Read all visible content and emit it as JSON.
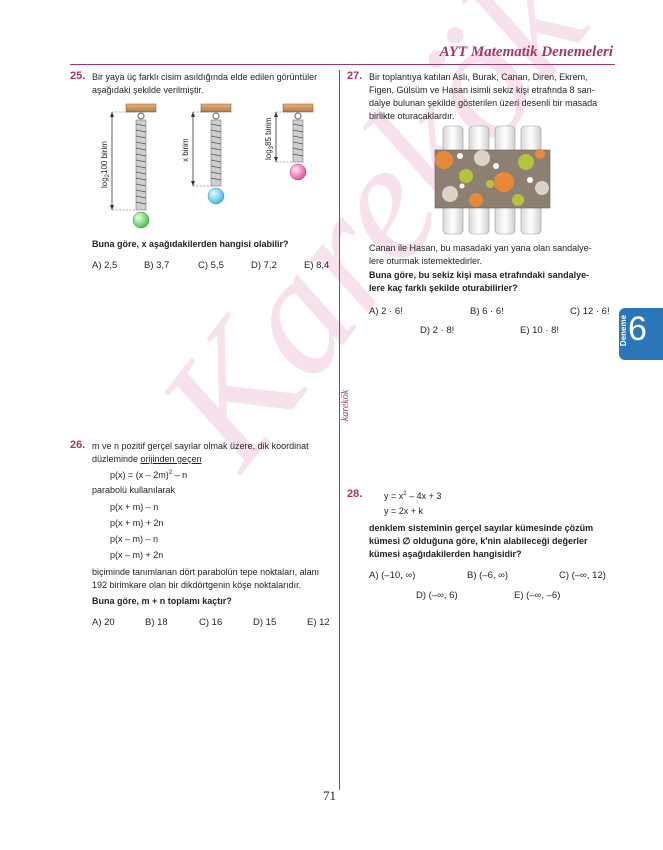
{
  "header": {
    "title": "AYT Matematik Denemeleri"
  },
  "column_label": "karekök",
  "watermark": "Karekök",
  "side_tab": {
    "label": "Deneme",
    "number": "6"
  },
  "page_number": "71",
  "q25": {
    "number": "25.",
    "text_line1": "Bir yaya üç farklı cisim asıldığında elde edilen görüntüler",
    "text_line2": "aşağıdaki şekilde verilmiştir.",
    "spring_labels": {
      "left_log": "log",
      "left_sub": "2",
      "left_rest": "100 birim",
      "middle": "x birim",
      "right_log": "log",
      "right_sub": "3",
      "right_rest": "85 birim"
    },
    "question": "Buna göre, x aşağıdakilerden hangisi olabilir?",
    "options": [
      "A) 2,5",
      "B) 3,7",
      "C) 5,5",
      "D) 7,2",
      "E) 8,4"
    ]
  },
  "q26": {
    "number": "26.",
    "line1": "m ve n pozitif gerçel sayılar olmak üzere, dik koordinat",
    "line2_pre": "düzleminde ",
    "line2_u": "orijinden geçen",
    "eq_main": "p(x) = (x – 2m)",
    "eq_main_sup": "2",
    "eq_main_tail": " – n",
    "line3": "parabolü kullanılarak",
    "eqs": [
      "p(x + m) – n",
      "p(x + m) + 2n",
      "p(x – m) – n",
      "p(x – m) + 2n"
    ],
    "line4": "biçiminde tanımlanan dört parabolün tepe noktaları, alanı",
    "line5": "192 birimkare olan bir dikdörtgenin köşe noktalarıdır.",
    "question": "Buna göre, m + n toplamı kaçtır?",
    "options": [
      "A) 20",
      "B) 18",
      "C) 16",
      "D) 15",
      "E) 12"
    ]
  },
  "q27": {
    "number": "27.",
    "lines": [
      "Bir toplantıya katılan Aslı, Burak, Canan, Diren, Ekrem,",
      "Figen, Gülsüm ve Hasan isimli sekiz kişi etrafında 8 san-",
      "dalye bulunan şekilde gösterilen üzeri desenli bir masada",
      "birlikte oturacaklardır."
    ],
    "after_lines": [
      "Canan ile Hasan, bu masadaki yan yana olan sandalye-",
      "lere oturmak istemektedirler."
    ],
    "question_lines": [
      "Buna göre, bu sekiz kişi masa etrafındaki sandalye-",
      "lere kaç farklı şekilde oturabilirler?"
    ],
    "options": [
      "A) 2 · 6!",
      "B) 6 · 6!",
      "C) 12 · 6!",
      "D) 2 · 8!",
      "E) 10 · 8!"
    ]
  },
  "q28": {
    "number": "28.",
    "eq1_pre": "y = x",
    "eq1_sup": "2",
    "eq1_tail": " – 4x + 3",
    "eq2": "y = 2x + k",
    "question_lines": [
      "denklem sisteminin gerçel sayılar kümesinde çözüm",
      "kümesi ∅ olduğuna göre, k'nin alabileceği değerler",
      "kümesi aşağıdakilerden hangisidir?"
    ],
    "options": [
      "A) (–10, ∞)",
      "B) (–6, ∞)",
      "C) (–∞, 12)",
      "D) (–∞, 6)",
      "E) (–∞, –6)"
    ]
  }
}
